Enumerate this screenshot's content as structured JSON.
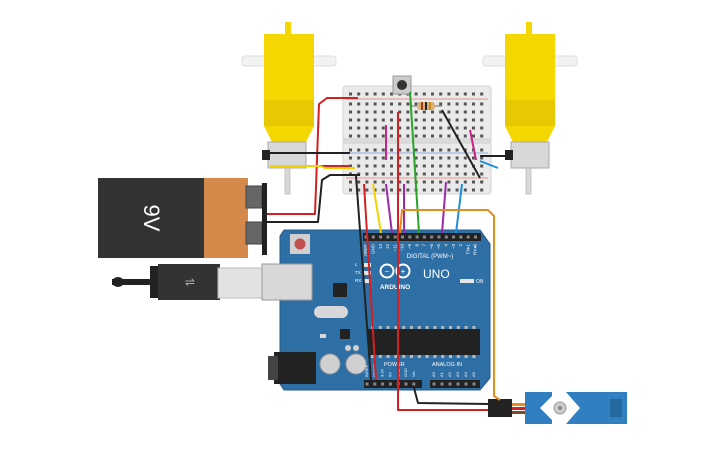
{
  "battery": {
    "label": "9V"
  },
  "arduino": {
    "logo_text": "ARDUINO",
    "model": "UNO",
    "digital_label": "DIGITAL (PWM~)",
    "power_label": "POWER",
    "analog_label": "ANALOG IN",
    "on_label": "ON",
    "led_labels": [
      "L",
      "TX",
      "RX"
    ],
    "top_pins": [
      "AREF",
      "GND",
      "13",
      "12",
      "~11",
      "~10",
      "~9",
      "8",
      "7",
      "~6",
      "~5",
      "4",
      "~3",
      "2",
      "TX▸1",
      "RX◂0"
    ],
    "power_pins": [
      "IOREF",
      "RESET",
      "3.3V",
      "5V",
      "GND",
      "GND",
      "Vin"
    ],
    "analog_pins": [
      "A0",
      "A1",
      "A2",
      "A3",
      "A4",
      "A5"
    ]
  },
  "colors": {
    "board": "#2e6fa6",
    "motor_yellow": "#f4d600",
    "battery_dark": "#333333",
    "battery_copper": "#d4894a",
    "servo_blue": "#2f7fc1",
    "breadboard": "#eaeaea",
    "wire_red": "#d42020",
    "wire_black": "#222222",
    "wire_yellow": "#f2d200",
    "wire_green": "#2aa52a",
    "wire_purple": "#9c2aa8",
    "wire_blue": "#1c8fd6",
    "wire_orange": "#e88c1a",
    "wire_magenta": "#d0208a"
  }
}
